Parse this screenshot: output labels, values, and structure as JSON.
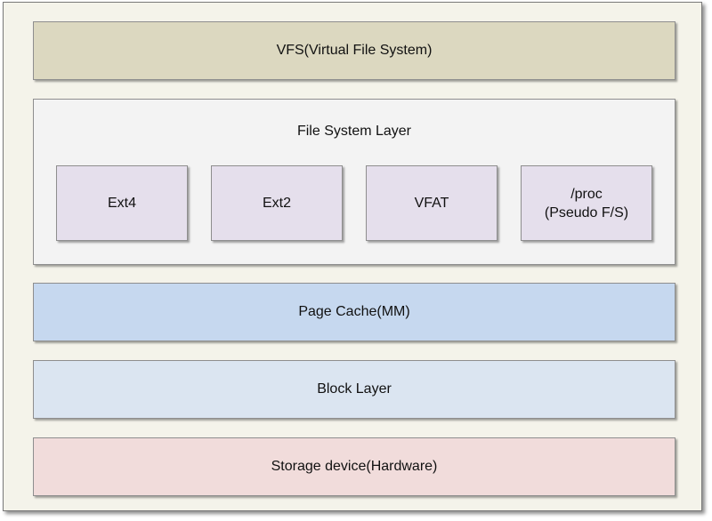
{
  "layers": {
    "vfs": {
      "label": "VFS(Virtual File System)",
      "color": "#dcd8c0"
    },
    "file_system": {
      "title": "File System Layer",
      "color": "#f3f3f3",
      "box_color": "#e5dfec",
      "boxes": [
        {
          "line1": "Ext4"
        },
        {
          "line1": "Ext2"
        },
        {
          "line1": "VFAT"
        },
        {
          "line1": "/proc",
          "line2": "(Pseudo F/S)"
        }
      ]
    },
    "page_cache": {
      "label": "Page Cache(MM)",
      "color": "#c6d8ef"
    },
    "block": {
      "label": "Block Layer",
      "color": "#dbe5f1"
    },
    "storage": {
      "label": "Storage device(Hardware)",
      "color": "#f1dcdb"
    }
  },
  "frame_color": "#f4f3ea"
}
